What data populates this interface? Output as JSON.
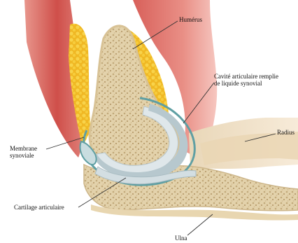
{
  "labels": {
    "humerus": "Humérus",
    "cavity": {
      "line1": "Cavité articulaire remplie",
      "line2": "de liquide synovial"
    },
    "radius": "Radius",
    "synovial_membrane": {
      "line1": "Membrane",
      "line2": "synoviale"
    },
    "cartilage": "Cartilage articulaire",
    "ulna": "Ulna"
  },
  "colors": {
    "background": "#ffffff",
    "muscle": "#d65a55",
    "muscle_light": "#ec9a90",
    "fat": "#f2c12e",
    "bone_cortex": "#e7d7b2",
    "bone_spongy": "#d9c49a",
    "cartilage": "#c9d7dd",
    "synovial_membrane": "#5f9fa3",
    "joint_fluid": "#aebfc6",
    "tendon": "#f1dcc5",
    "leader_line": "#333333"
  }
}
